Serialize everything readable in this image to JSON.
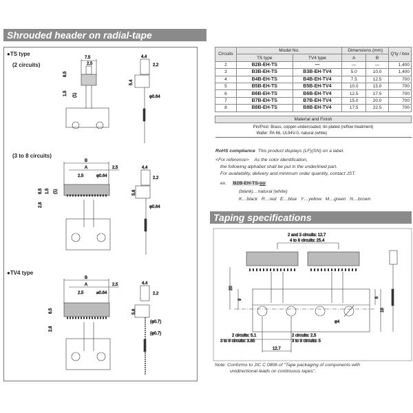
{
  "header": {
    "title": "Shrouded header on radial-tape"
  },
  "left": {
    "ts_type": "●TS type",
    "ts_circuits": "(2 circuits)",
    "circuits_3_8": "(3 to 8 circuits)",
    "tv4_type": "●TV4 type",
    "d1": {
      "w": "7.5",
      "p": "2.5",
      "h": "6.5",
      "l1": "1.5",
      "l2": "(1)",
      "sw": "4.4",
      "s2": "2.2",
      "sh": "5.4",
      "dia": "φ0.64"
    },
    "d2": {
      "b": "B",
      "a": "A",
      "e": "2.5",
      "p": "2.5",
      "dia": "φ0.64",
      "h": "6.5",
      "l1": "1.5",
      "l2": "(1)",
      "l3": "2.8",
      "sw": "4.4",
      "s2": "2.2",
      "sh": "5.6",
      "sdia": "φ0.64"
    },
    "d3": {
      "b": "B",
      "a": "A",
      "e": "2.5",
      "p": "2.5",
      "dia": "⌀0.64",
      "h": "6.5",
      "l3": "2.8",
      "sw": "4.4",
      "s2": "2.2",
      "sh": "5.6",
      "sdia1": "(φ0.7)",
      "sdia2": "(φ0.7)"
    }
  },
  "table": {
    "headers": {
      "circuits": "Circuits",
      "model": "Model No.",
      "ts": "TS type",
      "tv4": "TV4 type",
      "dims": "Dimensions (mm)",
      "a": "A",
      "b": "B",
      "qty": "Q'ty / box"
    },
    "rows": [
      {
        "c": "2",
        "ts": "B2B-EH-TS",
        "tv4": "—",
        "a": "—",
        "b": "—",
        "q": "1,400"
      },
      {
        "c": "3",
        "ts": "B3B-EH-TS",
        "tv4": "B3B-EH-TV4",
        "a": "5.0",
        "b": "10.0",
        "q": "1,400"
      },
      {
        "c": "4",
        "ts": "B4B-EH-TS",
        "tv4": "B4B-EH-TV4",
        "a": "7.5",
        "b": "12.5",
        "q": "700"
      },
      {
        "c": "5",
        "ts": "B5B-EH-TS",
        "tv4": "B5B-EH-TV4",
        "a": "10.0",
        "b": "15.0",
        "q": "700"
      },
      {
        "c": "6",
        "ts": "B6B-EH-TS",
        "tv4": "B6B-EH-TV4",
        "a": "12.5",
        "b": "17.5",
        "q": "700"
      },
      {
        "c": "7",
        "ts": "B7B-EH-TS",
        "tv4": "B7B-EH-TV4",
        "a": "15.0",
        "b": "20.0",
        "q": "700"
      },
      {
        "c": "8",
        "ts": "B8B-EH-TS",
        "tv4": "B8B-EH-TV4",
        "a": "17.5",
        "b": "22.5",
        "q": "700"
      }
    ],
    "material_title": "Material and Finish",
    "material_1": "Pin/Post: Brass, copper-undercoated, tin-plated (reflow treatment)",
    "material_2": "Wafer: PA 66, UL94V-0, natural (white)"
  },
  "notes": {
    "rohs_label": "RoHS compliance",
    "rohs_text": "This product displays (LF)(SN) on a label.",
    "ref_label": "<For reference>",
    "ref_1": "As the color identification,",
    "ref_2": "the following alphabet shall be put in the underlined part.",
    "ref_3": "For availability, delivery and minimum order quantity, contact JST.",
    "ex": "ex.",
    "ex_code": "B2B-EH-TS-",
    "ex_suffix": "oo",
    "blank": "(blank)…natural (white)",
    "colors": "K…black   R…red   E…blue   Y…yellow   M…green   N…brown"
  },
  "taping": {
    "title": "Taping specifications",
    "pitch1": "2 and 3 circuits: 12.7",
    "pitch2": "4 to 8 circuits: 25.4",
    "h20": "20",
    "h9": "9",
    "h6": "6",
    "h18": "18",
    "dia": "φ4",
    "l1": "2 circuits: 5.1",
    "l2": "3 to 8 circuits: 3.85",
    "r1": "2 circuits: 2.5",
    "r2": "3 to 8 circuits: 5",
    "p127": "12.7",
    "note1": "Note: Conforms to JIC C 0806 of \"Tape packaging of components with",
    "note2": "unidirectional leads on continuous tapes\"."
  }
}
